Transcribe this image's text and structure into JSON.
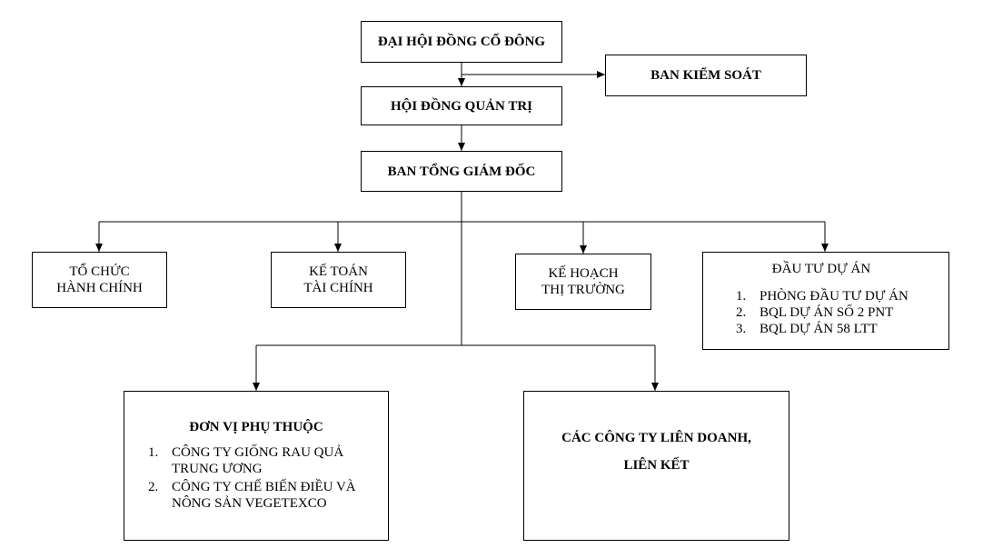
{
  "nodes": {
    "agm": "ĐẠI HỘI ĐỒNG CỔ ĐÔNG",
    "supervisory": "BAN KIỂM SOÁT",
    "board": "HỘI ĐỒNG QUẢN TRỊ",
    "ceo": "BAN TỔNG GIÁM ĐỐC",
    "admin": {
      "line1": "TỔ CHỨC",
      "line2": "HÀNH CHÍNH"
    },
    "accounting": {
      "line1": "KẾ TOÁN",
      "line2": "TÀI CHÍNH"
    },
    "planning": {
      "line1": "KẾ HOẠCH",
      "line2": "THỊ TRƯỜNG"
    },
    "investment": {
      "title": "ĐẦU TƯ DỰ ÁN",
      "items": [
        {
          "num": "1.",
          "text": "PHÒNG ĐẦU TƯ DỰ ÁN"
        },
        {
          "num": "2.",
          "text": "BQL DỰ ÁN SỐ 2 PNT"
        },
        {
          "num": "3.",
          "text": "BQL DỰ ÁN 58 LTT"
        }
      ]
    },
    "dependent": {
      "title": "ĐƠN VỊ PHỤ THUỘC",
      "items": [
        {
          "num": "1.",
          "line1": "CÔNG TY GIỐNG RAU QUẢ",
          "line2": "TRUNG ƯƠNG"
        },
        {
          "num": "2.",
          "line1": "CÔNG TY CHẾ BIẾN ĐIỀU VÀ",
          "line2": "NÔNG SẢN VEGETEXCO"
        }
      ]
    },
    "joint": {
      "line1": "CÁC CÔNG TY LIÊN DOANH,",
      "line2": "LIÊN KẾT"
    }
  }
}
